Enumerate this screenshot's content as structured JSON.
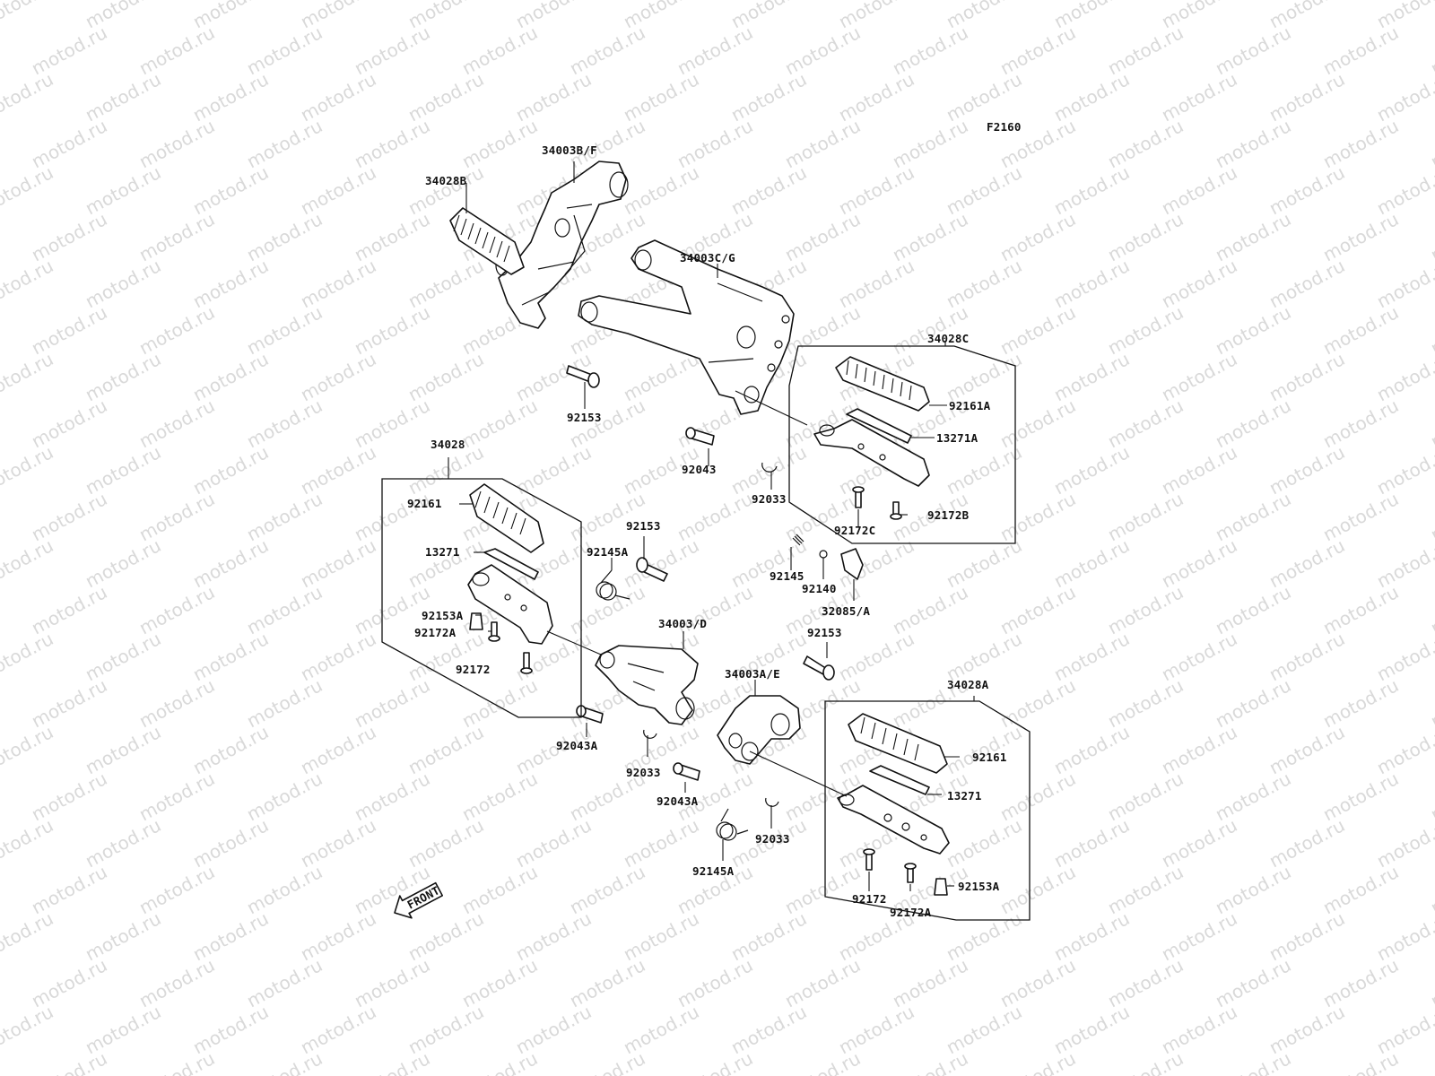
{
  "figure_code": "F2160",
  "watermark": "motod.ru",
  "front_arrow": "FRONT",
  "parts": {
    "p34003BF": "34003B/F",
    "p34028B": "34028B",
    "p34003CG": "34003C/G",
    "p34028C": "34028C",
    "p92161A": "92161A",
    "p13271A": "13271A",
    "p92153_top": "92153",
    "p92043": "92043",
    "p92033_top": "92033",
    "p92172C": "92172C",
    "p92172B": "92172B",
    "p34028": "34028",
    "p92161_left": "92161",
    "p13271_left": "13271",
    "p92153_mid": "92153",
    "p92145A_left": "92145A",
    "p92153A_left": "92153A",
    "p92172A_left": "92172A",
    "p92172_left": "92172",
    "p34003D": "34003/D",
    "p92145": "92145",
    "p92140": "92140",
    "p32085A": "32085/A",
    "p92153_right": "92153",
    "p34003AE": "34003A/E",
    "p92043A_left": "92043A",
    "p92033_mid": "92033",
    "p92043A_mid": "92043A",
    "p92033_bot": "92033",
    "p92145A_bot": "92145A",
    "p34028A": "34028A",
    "p92161_right": "92161",
    "p13271_right": "13271",
    "p92172_right": "92172",
    "p92172A_right": "92172A",
    "p92153A_right": "92153A"
  }
}
